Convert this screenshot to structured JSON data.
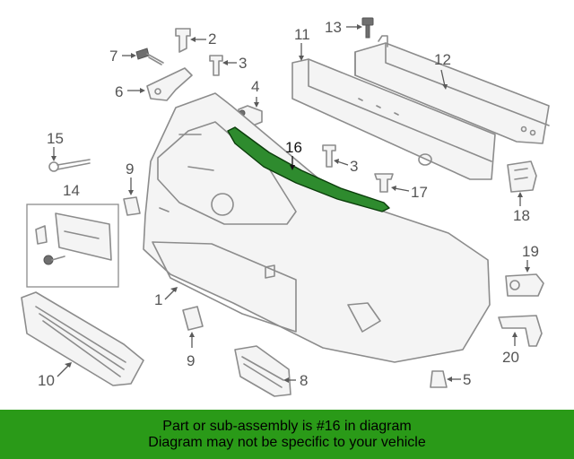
{
  "callouts": {
    "c1": "1",
    "c2": "2",
    "c3a": "3",
    "c3b": "3",
    "c4": "4",
    "c5": "5",
    "c6": "6",
    "c7": "7",
    "c8": "8",
    "c9a": "9",
    "c9b": "9",
    "c10": "10",
    "c11": "11",
    "c12": "12",
    "c13": "13",
    "c14": "14",
    "c15": "15",
    "c16": "16",
    "c17": "17",
    "c18": "18",
    "c19": "19",
    "c20": "20"
  },
  "highlighted_part": "16",
  "colors": {
    "highlight": "#2e8b2e",
    "banner": "#2a9a18",
    "line_art": "#8c8c8c"
  },
  "banner": {
    "line1": "Part or sub-assembly is #16 in diagram",
    "line2": "Diagram may not be specific to your vehicle"
  }
}
